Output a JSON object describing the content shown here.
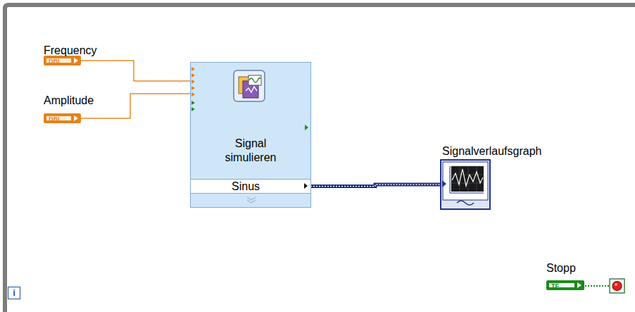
{
  "diagram": {
    "nodes": [
      {
        "text": [
          "Frequency",
          "DBL"
        ]
      },
      {
        "text": [
          "Amplitude",
          "DBL"
        ]
      },
      {
        "text": [
          "Signal simulieren"
        ]
      },
      {
        "text": [
          "Sinus"
        ],
        "in": 2
      },
      {
        "text": [
          "Signalverlaufsgraph"
        ]
      },
      {
        "text": [
          "Stopp",
          "TF"
        ]
      },
      {
        "text": [
          "i"
        ]
      }
    ],
    "edges": [
      {
        "from": 0,
        "to": 2,
        "arrow": "none"
      },
      {
        "from": 1,
        "to": 2,
        "arrow": "none"
      },
      {
        "from": 3,
        "to": 4,
        "arrow": "none"
      }
    ]
  }
}
